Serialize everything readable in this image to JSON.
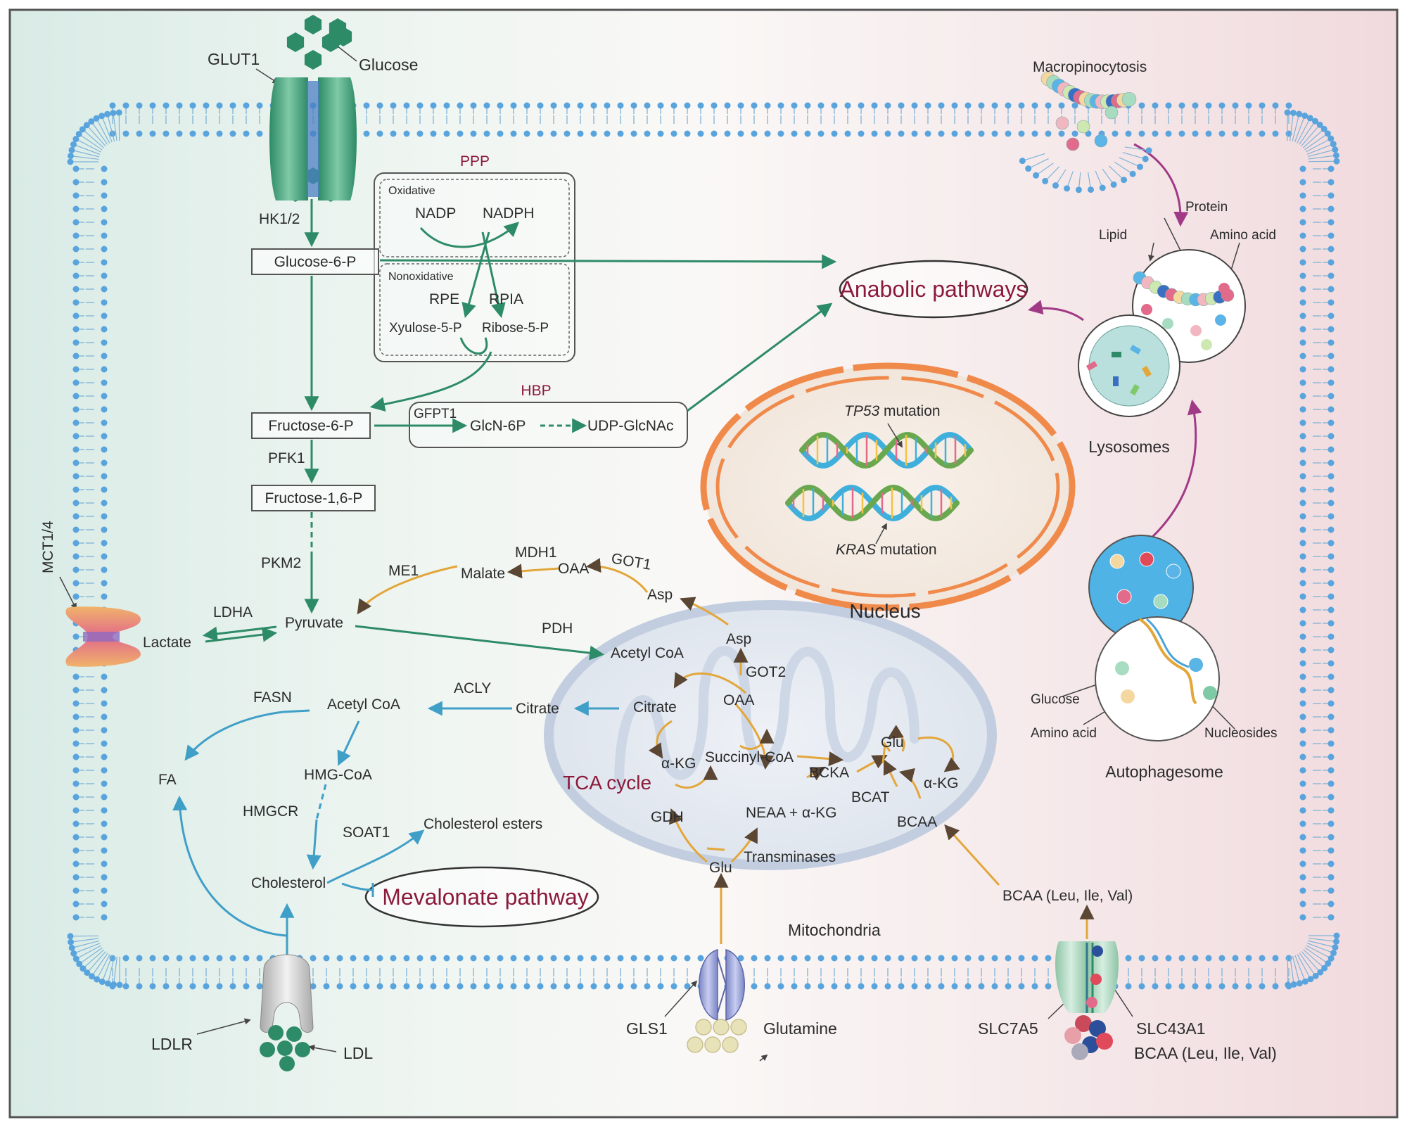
{
  "colors": {
    "green": "#2e8b67",
    "blue": "#3f9fc7",
    "orange": "#e3a63a",
    "purple": "#a03a86",
    "title_red": "#8b1a3a",
    "nucleus_orange": "#f08a4b"
  },
  "transporters": {
    "glut1": "GLUT1",
    "glucose": "Glucose",
    "mct": "MCT1/4",
    "ldlr": "LDLR",
    "ldl": "LDL",
    "gls1": "GLS1",
    "glutamine": "Glutamine",
    "slc7a5": "SLC7A5",
    "slc43a1": "SLC43A1",
    "bcaa_out": "BCAA (Leu, Ile, Val)"
  },
  "glycolysis": {
    "hk": "HK1/2",
    "g6p": "Glucose-6-P",
    "f6p": "Fructose-6-P",
    "pfk": "PFK1",
    "f16p": "Fructose-1,6-P",
    "pkm": "PKM2",
    "pyruvate": "Pyruvate",
    "ldha": "LDHA",
    "lactate": "Lactate"
  },
  "ppp": {
    "title": "PPP",
    "oxidative": "Oxidative",
    "nadp": "NADP",
    "nadph": "NADPH",
    "nonoxidative": "Nonoxidative",
    "rpe": "RPE",
    "rpia": "RPIA",
    "xylulose": "Xyulose-5-P",
    "ribose": "Ribose-5-P"
  },
  "hbp": {
    "title": "HBP",
    "gfpt1": "GFPT1",
    "glcn6p": "GlcN-6P",
    "udp": "UDP-GlcNAc"
  },
  "anabolic": "Anabolic pathways",
  "nucleus": {
    "label": "Nucleus",
    "tp53_gene": "TP53",
    "tp53_suffix": " mutation",
    "kras_gene": "KRAS",
    "kras_suffix": " mutation"
  },
  "lipid": {
    "fasn": "FASN",
    "acetyl_coa": "Acetyl CoA",
    "acly": "ACLY",
    "citrate_cyto": "Citrate",
    "fa": "FA",
    "hmg_coa": "HMG-CoA",
    "hmgcr": "HMGCR",
    "cholesterol": "Cholesterol",
    "soat1": "SOAT1",
    "cholesterol_esters": "Cholesterol esters",
    "mevalonate": "Mevalonate pathway"
  },
  "aspartate_shuttle": {
    "me1": "ME1",
    "malate": "Malate",
    "mdh1": "MDH1",
    "oaa": "OAA",
    "got1": "GOT1",
    "asp_cyto": "Asp",
    "pdh": "PDH"
  },
  "mitochondria": {
    "label": "Mitochondria",
    "tca": "TCA cycle",
    "acetyl_coa": "Acetyl CoA",
    "asp": "Asp",
    "got2": "GOT2",
    "oaa": "OAA",
    "citrate": "Citrate",
    "akg": "α-KG",
    "succinyl": "Succinyl-CoA",
    "bcka": "BCKA",
    "glu_top": "Glu",
    "akg_right": "α-KG",
    "bcat": "BCAT",
    "bcaa": "BCAA",
    "gdh": "GDH",
    "neaa": "NEAA + α-KG",
    "glu": "Glu",
    "transaminases": "Transminases",
    "bcaa_cyto": "BCAA (Leu, Ile, Val)"
  },
  "lysosome": {
    "macropinocytosis": "Macropinocytosis",
    "protein": "Protein",
    "lipid": "Lipid",
    "amino_acid": "Amino acid",
    "label": "Lysosomes"
  },
  "autophagosome": {
    "glucose": "Glucose",
    "amino_acid": "Amino acid",
    "nucleosides": "Nucleosides",
    "label": "Autophagesome"
  }
}
